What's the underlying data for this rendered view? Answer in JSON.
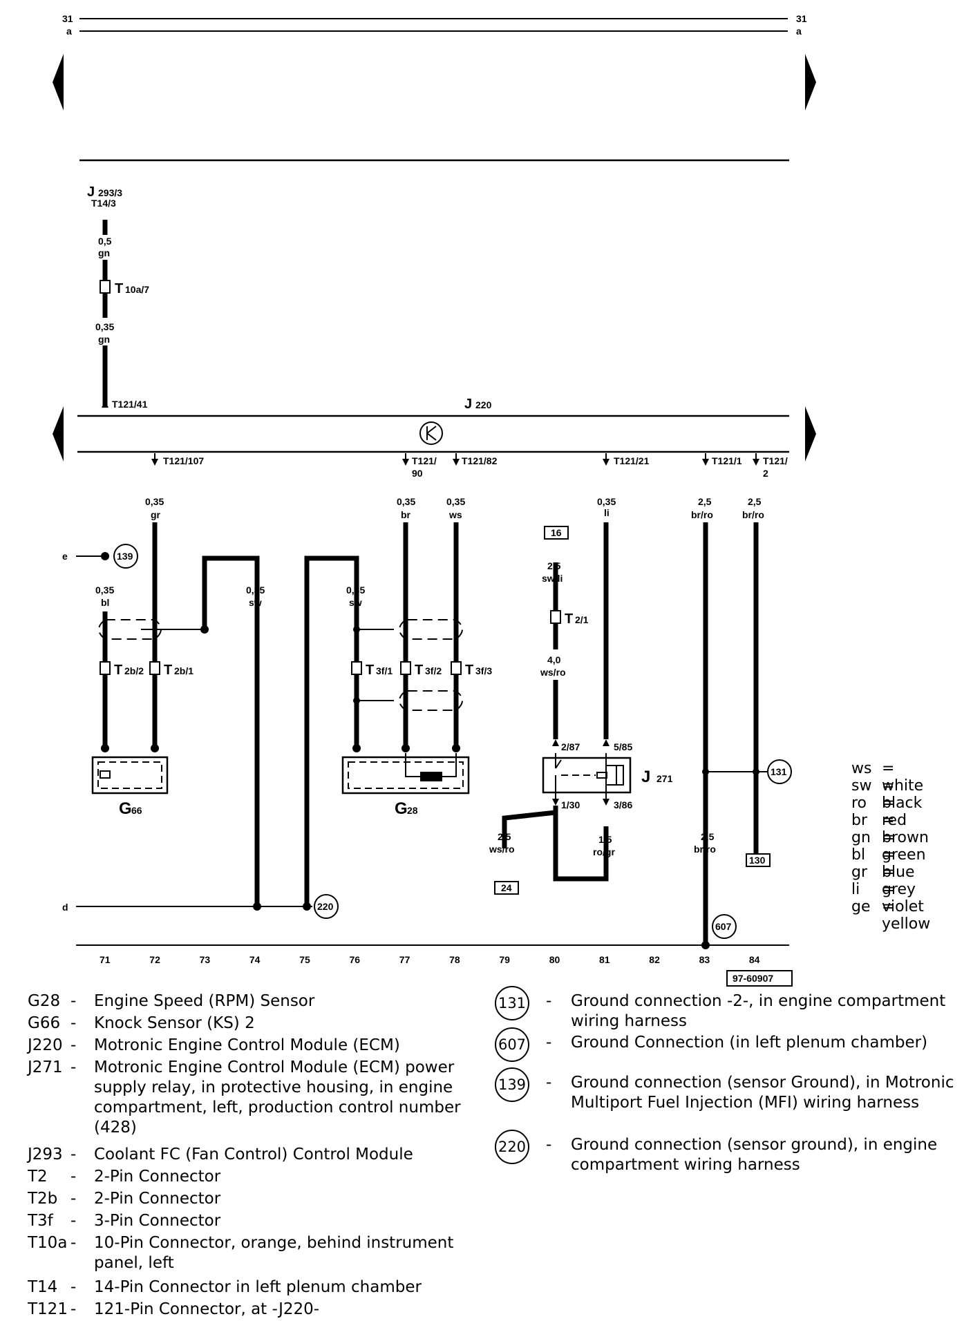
{
  "top_bus": {
    "left_top": "31",
    "left_bottom": "a",
    "right_top": "31",
    "right_bottom": "a"
  },
  "module": {
    "label": "J",
    "sub": "220"
  },
  "source": {
    "label": "J",
    "sub": "293/3",
    "line2": "T14/3"
  },
  "wires_upper": {
    "w1_size": "0,5",
    "w1_color": "gn",
    "connector_t10a": "T",
    "connector_t10a_sub": "10a/7",
    "w2_size": "0,35",
    "w2_color": "gn"
  },
  "pins": {
    "p41": "T121/41",
    "p107": "T121/107",
    "p90a": "T121/",
    "p90b": "90",
    "p82": "T121/82",
    "p21": "T121/21",
    "p1": "T121/1",
    "p2a": "T121/",
    "p2b": "2"
  },
  "wire_labels": {
    "w107_size": "0,35",
    "w107_color": "gr",
    "w90_size": "0,35",
    "w90_color": "br",
    "w82_size": "0,35",
    "w82_color": "ws",
    "w21_size": "0,35",
    "w21_color": "li",
    "w1_size": "2,5",
    "w1_color": "br/ro",
    "w2_size": "2,5",
    "w2_color": "br/ro",
    "w71_size": "0,35",
    "w71_color": "bl",
    "w74_size": "0,35",
    "w74_color": "sw",
    "w76_size": "0,35",
    "w76_color": "sw",
    "w80a_size": "2,5",
    "w80a_color": "sw/li",
    "w80b_size": "4,0",
    "w80b_color": "ws/ro",
    "w79_size": "2,5",
    "w79_color": "ws/ro",
    "w81_size": "1,5",
    "w81_color": "ro/gr",
    "w83_size": "2,5",
    "w83_color": "br/ro"
  },
  "connectors": {
    "t2b2": "T",
    "t2b2_sub": "2b/2",
    "t2b1": "T",
    "t2b1_sub": "2b/1",
    "t3f1": "T",
    "t3f1_sub": "3f/1",
    "t3f2": "T",
    "t3f2_sub": "3f/2",
    "t3f3": "T",
    "t3f3_sub": "3f/3",
    "t21": "T",
    "t21_sub": "2/1"
  },
  "relay": {
    "label": "J",
    "sub": "271",
    "pin_287": "2/87",
    "pin_585": "5/85",
    "pin_130": "1/30",
    "pin_386": "3/86"
  },
  "components": {
    "g66": "G",
    "g66_sub": "66",
    "g28": "G",
    "g28_sub": "28"
  },
  "refs": {
    "r16": "16",
    "r24": "24",
    "r130": "130",
    "g131": "131",
    "g139": "139",
    "g220": "220",
    "g607": "607"
  },
  "side_letters": {
    "e": "e",
    "d": "d"
  },
  "tracks": [
    "71",
    "72",
    "73",
    "74",
    "75",
    "76",
    "77",
    "78",
    "79",
    "80",
    "81",
    "82",
    "83",
    "84"
  ],
  "doc_number": "97-60907",
  "color_legend": [
    {
      "code": "ws",
      "name": "= white"
    },
    {
      "code": "sw",
      "name": "= black"
    },
    {
      "code": "ro",
      "name": "= red"
    },
    {
      "code": "br",
      "name": "= brown"
    },
    {
      "code": "gn",
      "name": "= green"
    },
    {
      "code": "bl",
      "name": "= blue"
    },
    {
      "code": "gr",
      "name": "= grey"
    },
    {
      "code": "li",
      "name": "= violet"
    },
    {
      "code": "ge",
      "name": "= yellow"
    }
  ],
  "parts_list": [
    {
      "code": "G28",
      "desc": "Engine Speed (RPM) Sensor"
    },
    {
      "code": "G66",
      "desc": "Knock Sensor (KS) 2"
    },
    {
      "code": "J220",
      "desc": "Motronic Engine Control Module (ECM)"
    },
    {
      "code": "J271",
      "desc": "Motronic Engine Control Module (ECM) power supply relay, in protective housing, in engine compartment, left, production control number (428)"
    },
    {
      "code": "J293",
      "desc": "Coolant FC (Fan Control) Control Module"
    },
    {
      "code": "T2",
      "desc": "2-Pin Connector"
    },
    {
      "code": "T2b",
      "desc": "2-Pin Connector"
    },
    {
      "code": "T3f",
      "desc": "3-Pin Connector"
    },
    {
      "code": "T10a",
      "desc": "10-Pin Connector, orange, behind instrument panel, left"
    },
    {
      "code": "T14",
      "desc": "14-Pin Connector in left plenum chamber"
    },
    {
      "code": "T121",
      "desc": "121-Pin Connector, at -J220-"
    }
  ],
  "ground_list": [
    {
      "code": "131",
      "desc": "Ground connection -2-, in engine compartment wiring harness"
    },
    {
      "code": "607",
      "desc": "Ground Connection (in left plenum chamber)"
    },
    {
      "code": "139",
      "desc": "Ground connection (sensor Ground), in Motronic Multiport Fuel Injection (MFI) wiring harness"
    },
    {
      "code": "220",
      "desc": "Ground connection (sensor ground), in engine compartment wiring harness"
    }
  ],
  "dash": "-"
}
